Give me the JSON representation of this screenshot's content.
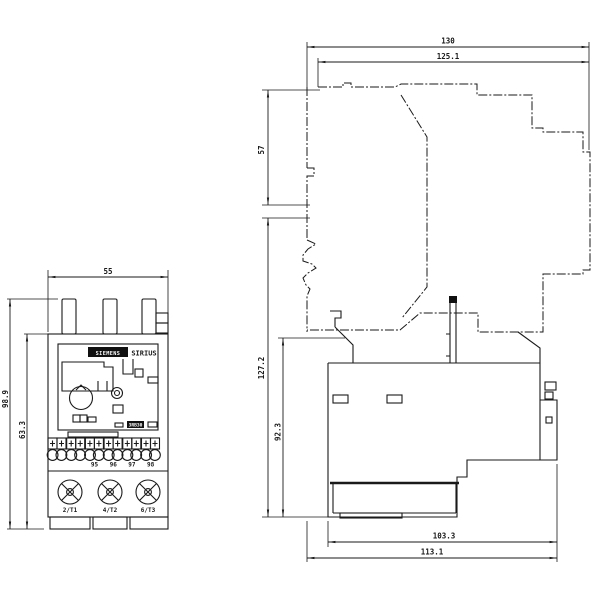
{
  "front_view": {
    "dim_width": "55",
    "dim_height_total": "98.9",
    "dim_height_body": "63.3",
    "brand": "SIEMENS",
    "series": "SIRIUS",
    "model": "3RB30",
    "aux_terminal_labels": [
      "95",
      "96",
      "97",
      "98"
    ],
    "main_terminal_labels": [
      "2/T1",
      "4/T2",
      "6/T3"
    ]
  },
  "side_view": {
    "dim_width_total": "130",
    "dim_width_body": "125.1",
    "dim_height_upper": "57",
    "dim_height_total": "127.2",
    "dim_height_body": "92.3",
    "dim_depth_body": "103.3",
    "dim_depth_total": "113.1"
  },
  "colors": {
    "line": "#1a1a1a",
    "background": "#ffffff"
  }
}
